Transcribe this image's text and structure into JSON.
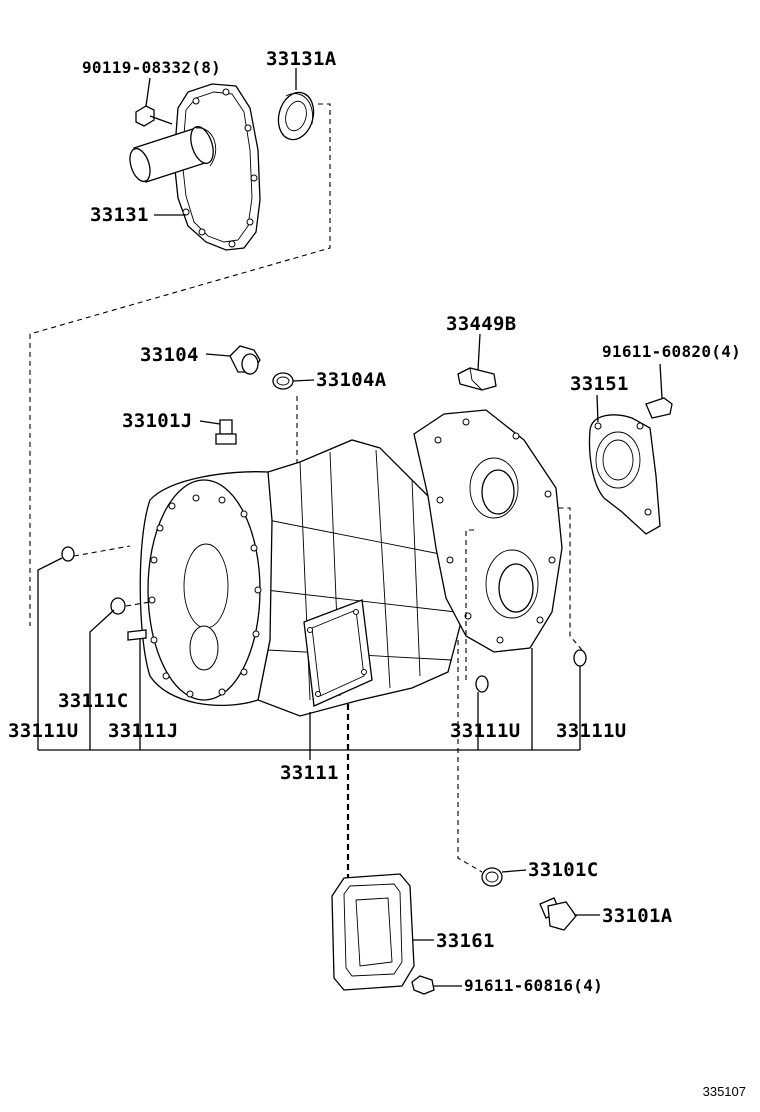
{
  "diagram": {
    "id": "335107",
    "labels": {
      "p90119": "90119-08332(8)",
      "p33131A": "33131A",
      "p33131": "33131",
      "p33449B": "33449B",
      "p91611_820": "91611-60820(4)",
      "p33104": "33104",
      "p33104A": "33104A",
      "p33151": "33151",
      "p33101J": "33101J",
      "p33111C": "33111C",
      "p33111U_left": "33111U",
      "p33111J": "33111J",
      "p33111U_mid": "33111U",
      "p33111U_right": "33111U",
      "p33111": "33111",
      "p33101C": "33101C",
      "p33101A": "33101A",
      "p33161": "33161",
      "p91611_816": "91611-60816(4)"
    }
  }
}
